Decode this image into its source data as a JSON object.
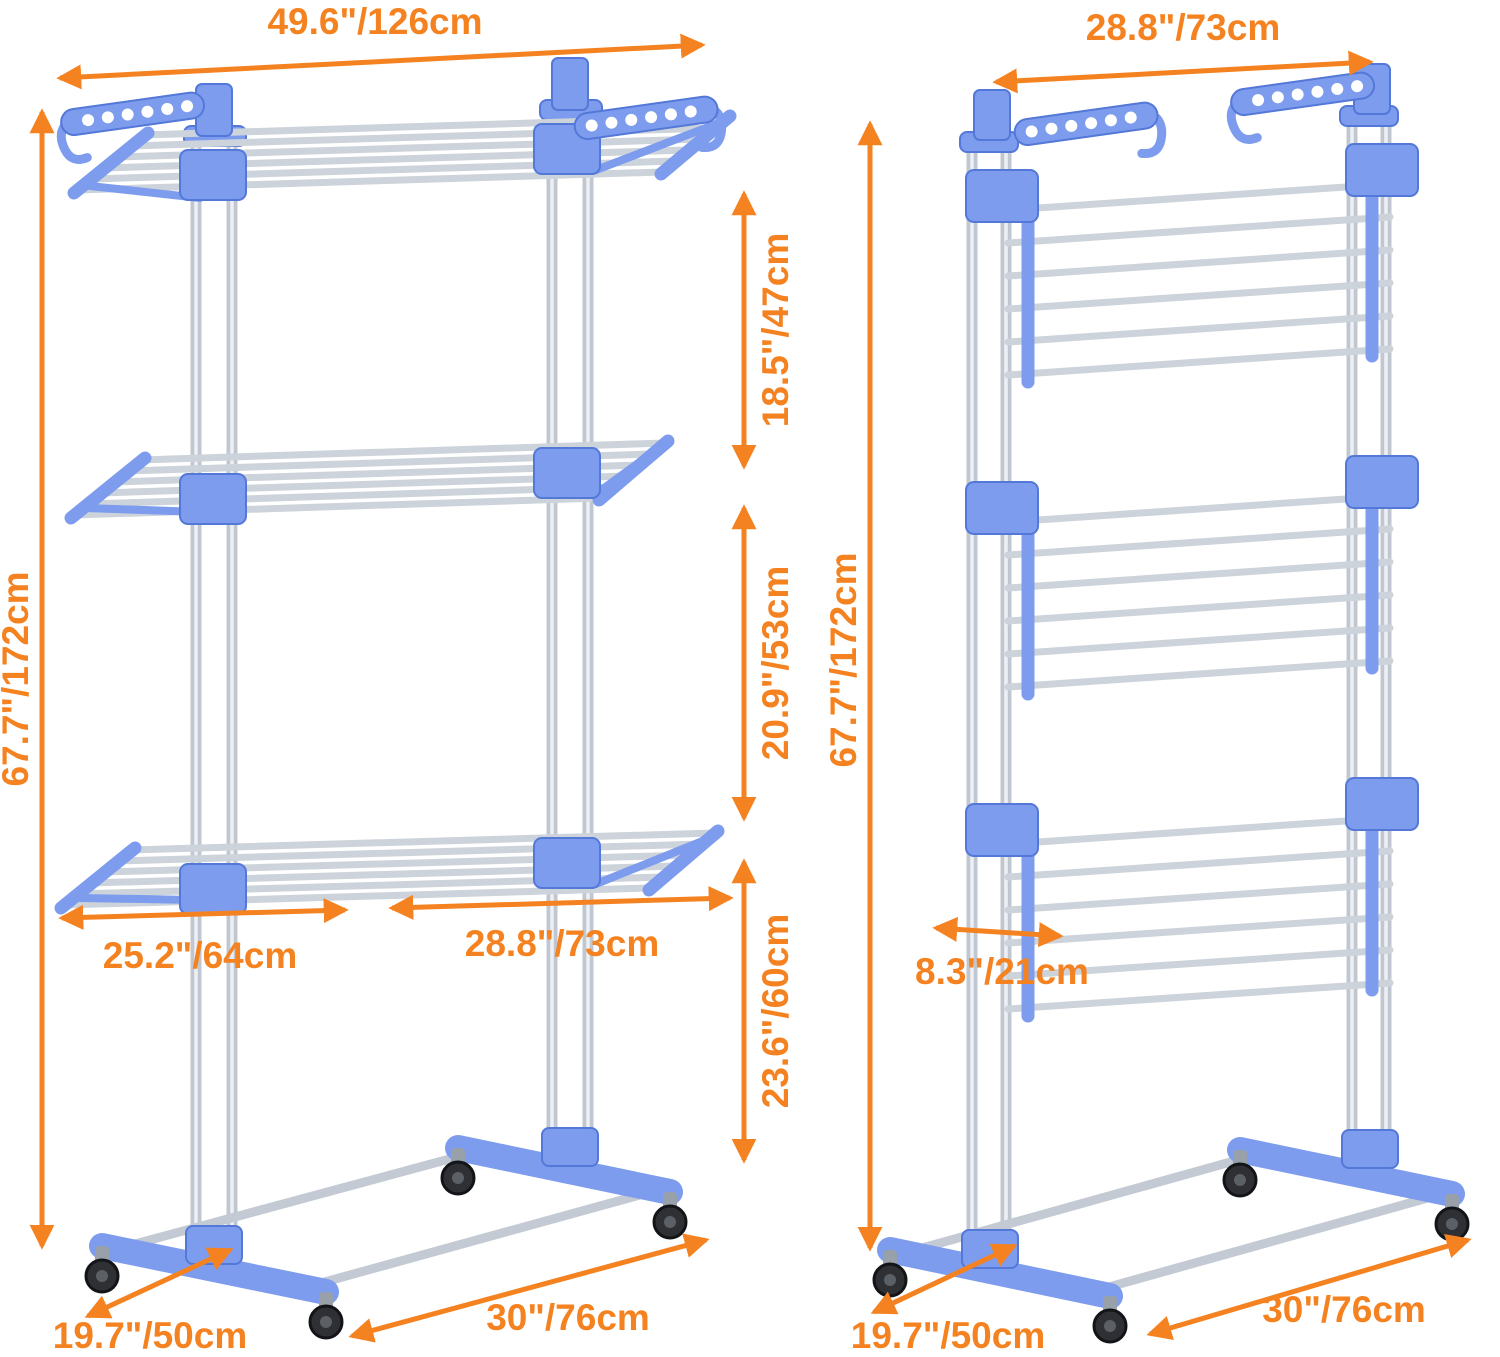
{
  "colors": {
    "dimension_accent": "#F58220",
    "rack_plastic_blue": "#7D9CEE",
    "rack_metal_gray": "#CDD3DB",
    "wheel_black": "#2F3033",
    "background": "#FFFFFF"
  },
  "expanded_view": {
    "top_width": "49.6\"/126cm",
    "overall_height": "67.7\"/172cm",
    "tier_gap_top": "18.5\"/47cm",
    "tier_gap_middle": "20.9\"/53cm",
    "tier_gap_bottom": "23.6\"/60cm",
    "shelf_width_left": "25.2\"/64cm",
    "shelf_width_right": "28.8\"/73cm",
    "base_depth": "19.7\"/50cm",
    "base_width": "30\"/76cm"
  },
  "folded_view": {
    "top_width": "28.8\"/73cm",
    "overall_height": "67.7\"/172cm",
    "folded_wing_depth": "8.3\"/21cm",
    "base_depth": "19.7\"/50cm",
    "base_width": "30\"/76cm"
  }
}
